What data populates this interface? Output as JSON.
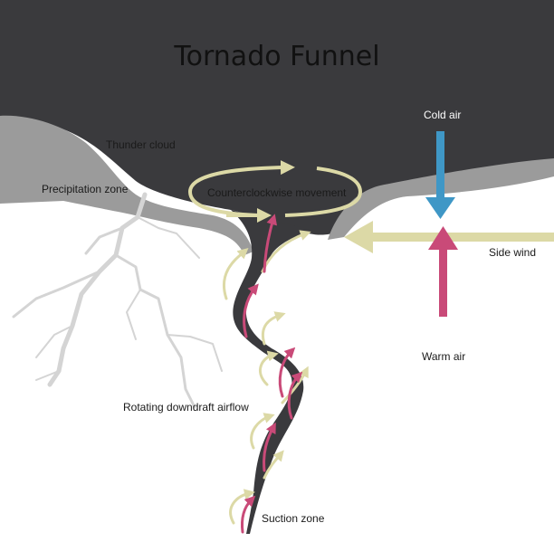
{
  "title": "Tornado Funnel",
  "labels": {
    "thunder_cloud": "Thunder cloud",
    "precipitation_zone": "Precipitation zone",
    "counterclockwise": "Counterclockwise movement",
    "cold_air": "Cold air",
    "side_wind": "Side wind",
    "warm_air": "Warm air",
    "rotating_downdraft": "Rotating downdraft airflow",
    "suction_zone": "Suction zone"
  },
  "colors": {
    "cloud_dark": "#3a3a3d",
    "cloud_gray": "#9b9b9b",
    "cold_air_arrow": "#3f97c6",
    "warm_air_arrow": "#c94a78",
    "wind_arrow": "#dcd9a6",
    "lightning": "#d4d4d4"
  }
}
